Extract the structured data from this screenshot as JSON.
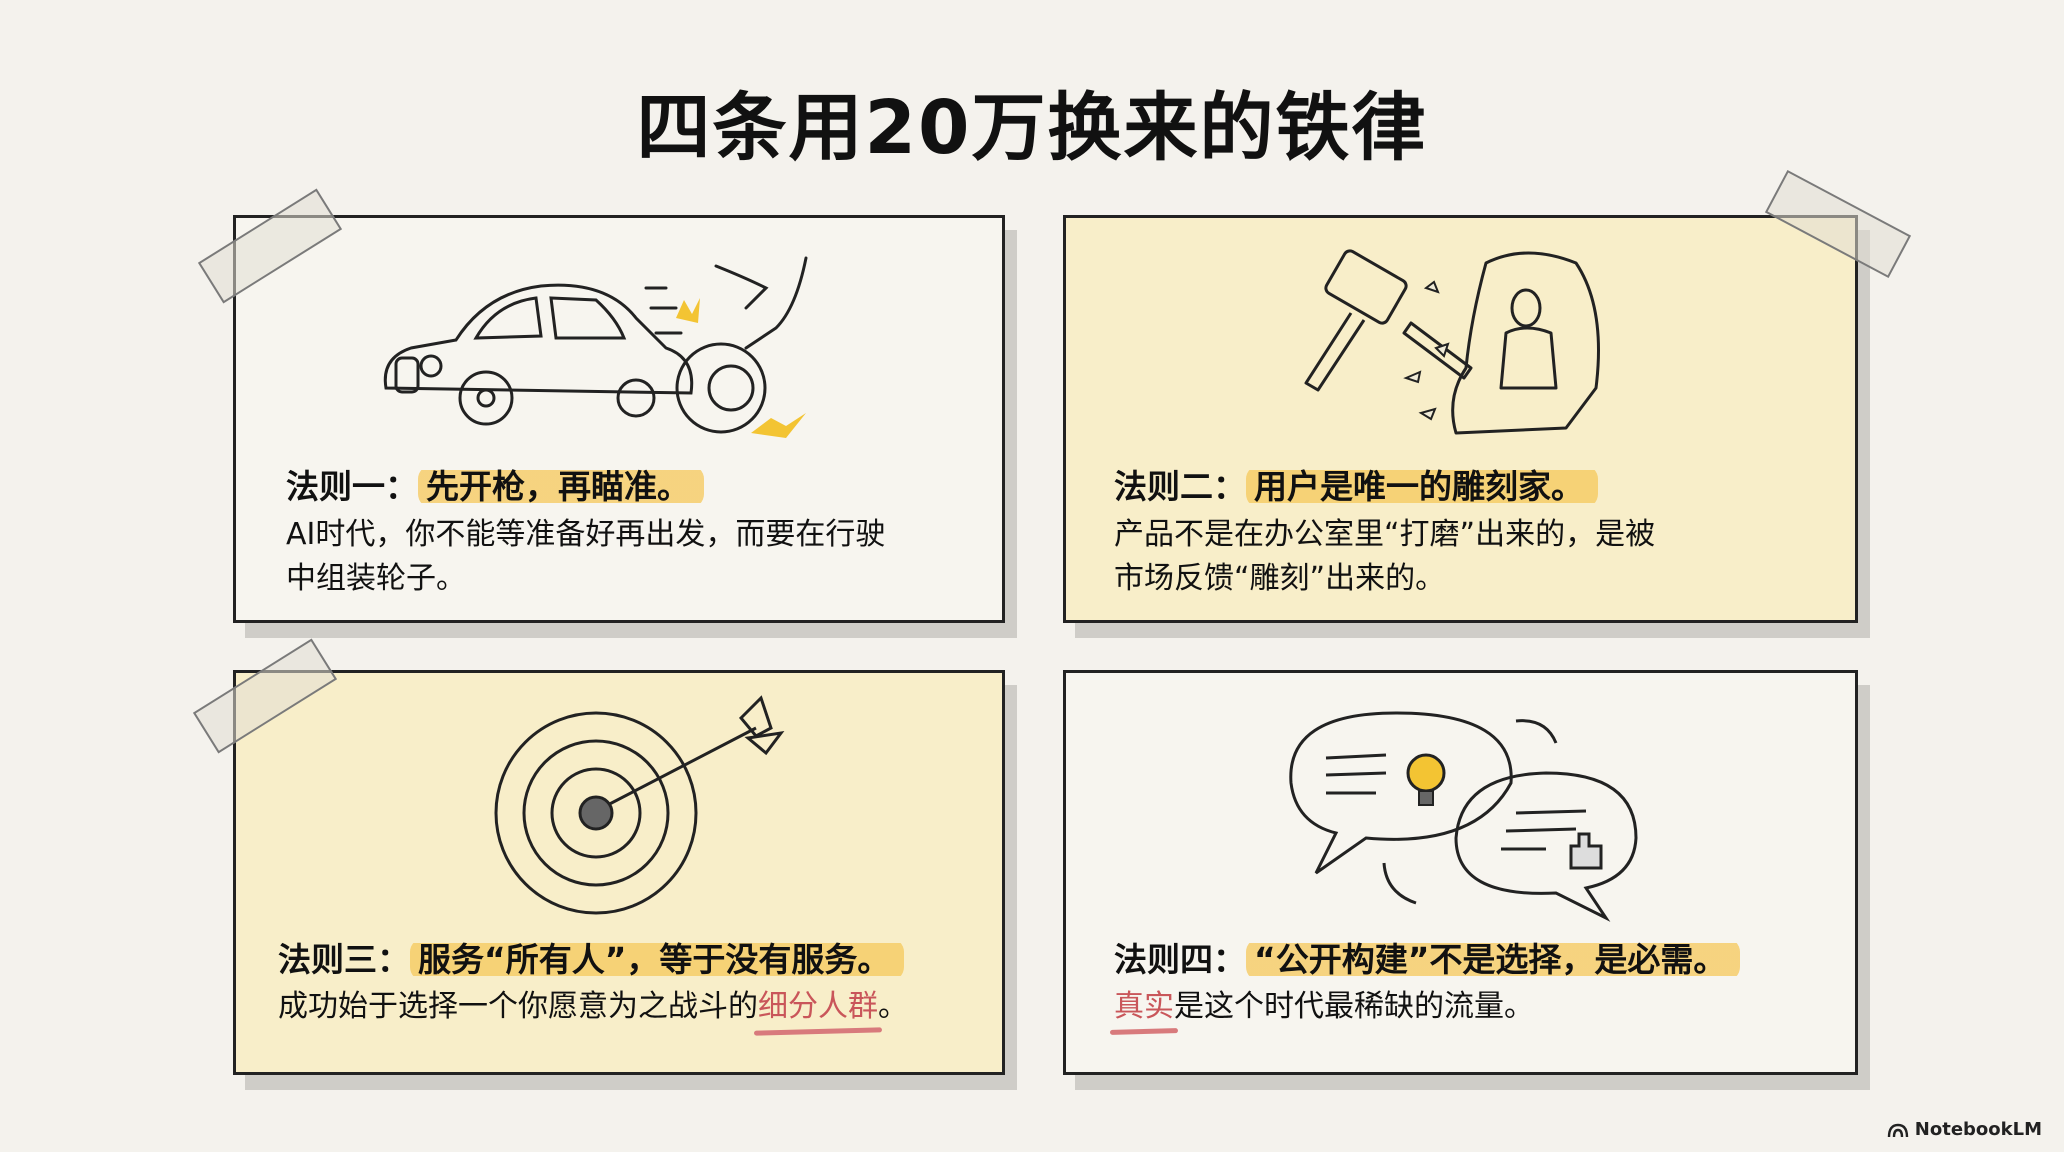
{
  "page": {
    "title": "四条用20万换来的铁律",
    "background": "#f4f2ed"
  },
  "rules": [
    {
      "label": "法则一：",
      "headline": "先开枪，再瞄准。",
      "body_line1": "AI时代，你不能等准备好再出发，而要在行驶",
      "body_line2": "中组装轮子。",
      "card_color": "#f7f5ef",
      "illustration": "car-wheel-assembly-icon"
    },
    {
      "label": "法则二：",
      "headline": "用户是唯一的雕刻家。",
      "body_line1": "产品不是在办公室里“打磨”出来的，是被",
      "body_line2": "市场反馈“雕刻”出来的。",
      "card_color": "#f8eec9",
      "illustration": "hammer-chisel-sculpture-icon"
    },
    {
      "label": "法则三：",
      "headline": "服务“所有人”，等于没有服务。",
      "body_prefix": "成功始于选择一个你愿意为之战斗的",
      "body_emphasis": "细分人群",
      "body_suffix": "。",
      "card_color": "#f8eec9",
      "illustration": "target-arrow-icon"
    },
    {
      "label": "法则四：",
      "headline": "“公开构建”不是选择，是必需。",
      "body_emphasis": "真实",
      "body_suffix": "是这个时代最稀缺的流量。",
      "card_color": "#f7f5ef",
      "illustration": "speech-bubbles-lightbulb-thumbsup-icon"
    }
  ],
  "colors": {
    "highlight": "#f6c85a",
    "emphasis_red": "#c9565a",
    "border": "#222222",
    "shadow": "#cfcdc8"
  },
  "footer": {
    "brand": "NotebookLM"
  }
}
